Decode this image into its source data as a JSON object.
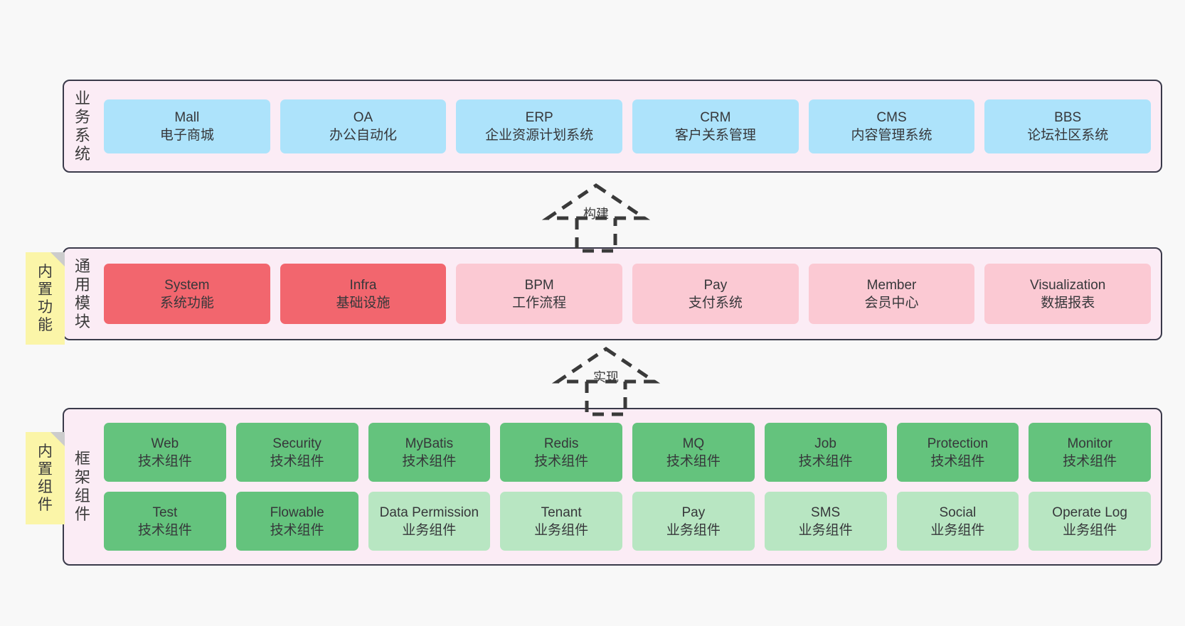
{
  "diagram": {
    "background": "#f8f8f8",
    "panel_bg": "#fbecf5",
    "panel_border": "#3a3a4a",
    "colors": {
      "business": "#ade3fb",
      "module_core": "#f2666e",
      "module_optional": "#fbc9d3",
      "tech_component": "#64c37d",
      "business_component": "#b8e6c2",
      "note": "#fbf5a8",
      "note_fold": "#cccccc"
    }
  },
  "notes": [
    {
      "name": "builtin-functions",
      "chars": [
        "内",
        "置",
        "功",
        "能"
      ]
    },
    {
      "name": "builtin-components",
      "chars": [
        "内",
        "置",
        "组",
        "件"
      ]
    }
  ],
  "arrows": [
    {
      "name": "build-arrow",
      "label": "构建"
    },
    {
      "name": "implement-arrow",
      "label": "实现"
    }
  ],
  "sections": {
    "business": {
      "label_chars": [
        "业",
        "务",
        "系",
        "统"
      ],
      "rows": [
        [
          {
            "title": "Mall",
            "subtitle": "电子商城",
            "color": "c-blue"
          },
          {
            "title": "OA",
            "subtitle": "办公自动化",
            "color": "c-blue"
          },
          {
            "title": "ERP",
            "subtitle": "企业资源计划系统",
            "color": "c-blue"
          },
          {
            "title": "CRM",
            "subtitle": "客户关系管理",
            "color": "c-blue"
          },
          {
            "title": "CMS",
            "subtitle": "内容管理系统",
            "color": "c-blue"
          },
          {
            "title": "BBS",
            "subtitle": "论坛社区系统",
            "color": "c-blue"
          }
        ]
      ]
    },
    "common": {
      "label_chars": [
        "通",
        "用",
        "模",
        "块"
      ],
      "rows": [
        [
          {
            "title": "System",
            "subtitle": "系统功能",
            "color": "c-red"
          },
          {
            "title": "Infra",
            "subtitle": "基础设施",
            "color": "c-red"
          },
          {
            "title": "BPM",
            "subtitle": "工作流程",
            "color": "c-pink"
          },
          {
            "title": "Pay",
            "subtitle": "支付系统",
            "color": "c-pink"
          },
          {
            "title": "Member",
            "subtitle": "会员中心",
            "color": "c-pink"
          },
          {
            "title": "Visualization",
            "subtitle": "数据报表",
            "color": "c-pink"
          }
        ]
      ]
    },
    "framework": {
      "label_chars": [
        "框",
        "架",
        "组",
        "件"
      ],
      "rows": [
        [
          {
            "title": "Web",
            "subtitle": "技术组件",
            "color": "c-green"
          },
          {
            "title": "Security",
            "subtitle": "技术组件",
            "color": "c-green"
          },
          {
            "title": "MyBatis",
            "subtitle": "技术组件",
            "color": "c-green"
          },
          {
            "title": "Redis",
            "subtitle": "技术组件",
            "color": "c-green"
          },
          {
            "title": "MQ",
            "subtitle": "技术组件",
            "color": "c-green"
          },
          {
            "title": "Job",
            "subtitle": "技术组件",
            "color": "c-green"
          },
          {
            "title": "Protection",
            "subtitle": "技术组件",
            "color": "c-green"
          },
          {
            "title": "Monitor",
            "subtitle": "技术组件",
            "color": "c-green"
          }
        ],
        [
          {
            "title": "Test",
            "subtitle": "技术组件",
            "color": "c-green"
          },
          {
            "title": "Flowable",
            "subtitle": "技术组件",
            "color": "c-green"
          },
          {
            "title": "Data Permission",
            "subtitle": "业务组件",
            "color": "c-lightgreen"
          },
          {
            "title": "Tenant",
            "subtitle": "业务组件",
            "color": "c-lightgreen"
          },
          {
            "title": "Pay",
            "subtitle": "业务组件",
            "color": "c-lightgreen"
          },
          {
            "title": "SMS",
            "subtitle": "业务组件",
            "color": "c-lightgreen"
          },
          {
            "title": "Social",
            "subtitle": "业务组件",
            "color": "c-lightgreen"
          },
          {
            "title": "Operate Log",
            "subtitle": "业务组件",
            "color": "c-lightgreen"
          }
        ]
      ]
    }
  }
}
